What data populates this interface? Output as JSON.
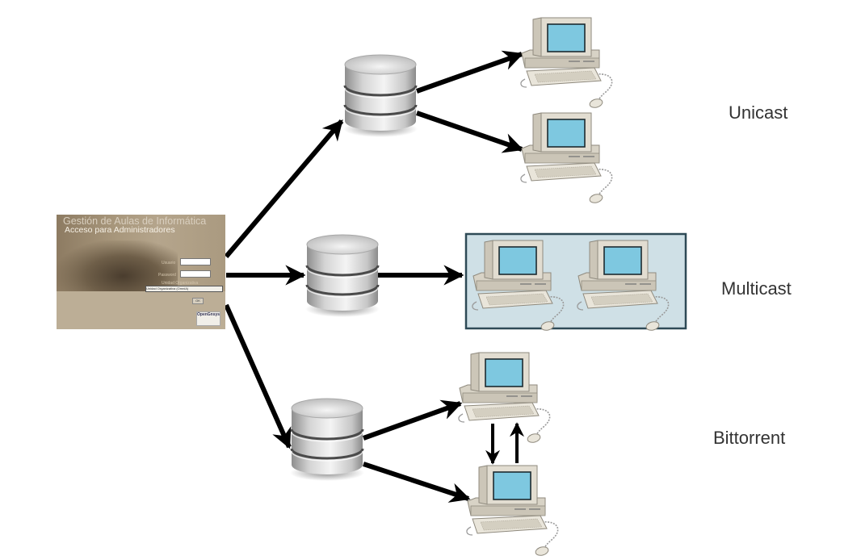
{
  "diagram": {
    "type": "network-deployment-diagram",
    "source": {
      "name": "admin-login-screen",
      "title": "Gestión de Aulas de Informática",
      "subtitle": "Acceso para Administradores",
      "fields": {
        "user_label": "Usuario",
        "password_label": "Password",
        "org_label": "Unidad Organizativa",
        "org_selected": "Unidad Organizativa (OmniA)",
        "ok_label": "OK"
      },
      "logo": "OpenGnsys"
    },
    "modes": [
      {
        "label": "Unicast",
        "servers": 1,
        "clients": 2,
        "topology": "one-to-each"
      },
      {
        "label": "Multicast",
        "servers": 1,
        "clients": 2,
        "topology": "one-to-group"
      },
      {
        "label": "Bittorrent",
        "servers": 1,
        "clients": 2,
        "topology": "peer-to-peer"
      }
    ],
    "colors": {
      "arrow": "#000000",
      "screen": "#7ec8e0",
      "computer_body": "#ddd8cc",
      "multicast_group_bg": "#cfe0e6",
      "multicast_group_border": "#2e4a56",
      "label_text": "#333333"
    }
  }
}
